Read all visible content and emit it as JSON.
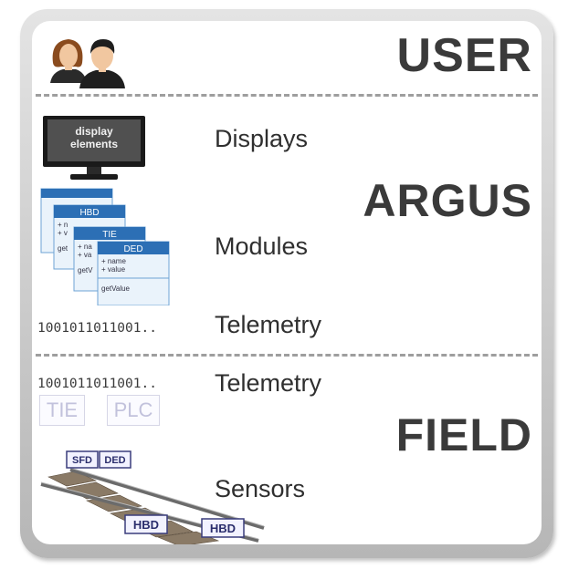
{
  "sections": {
    "user": "USER",
    "argus": "ARGUS",
    "field": "FIELD"
  },
  "rows": {
    "displays": "Displays",
    "modules": "Modules",
    "telemetry_upper": "Telemetry",
    "telemetry_lower": "Telemetry",
    "sensors": "Sensors"
  },
  "monitor_screen": {
    "line1": "display",
    "line2": "elements"
  },
  "bitstreams": {
    "upper": "1001011011001..",
    "lower": "1001011011001.."
  },
  "protocols": {
    "tie": "TIE",
    "plc": "PLC"
  },
  "module_cards": {
    "hbd": {
      "title": "HBD",
      "fields": [
        "+ n",
        "+ v"
      ],
      "method": "get"
    },
    "tie": {
      "title": "TIE",
      "fields": [
        "+ na",
        "+ va"
      ],
      "method": "getV"
    },
    "ded": {
      "title": "DED",
      "fields": [
        "+ name",
        "+ value"
      ],
      "method": "getValue"
    }
  },
  "sensor_tags": {
    "sfd": "SFD",
    "ded": "DED",
    "hbd_left": "HBD",
    "hbd_right": "HBD"
  },
  "colors": {
    "module_header": "#2c6fb5",
    "tag_border": "#3a3d7c",
    "section_text": "#3a3a3a",
    "divider": "#9e9e9e"
  }
}
